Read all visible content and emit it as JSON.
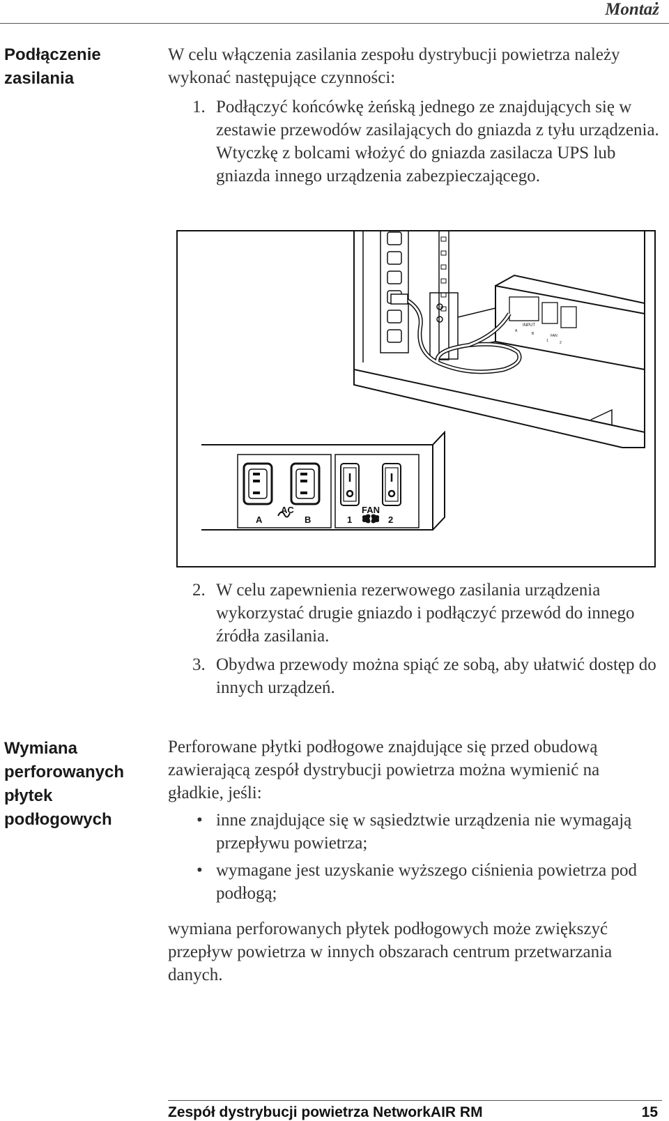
{
  "header": {
    "title": "Montaż"
  },
  "section1": {
    "heading_lines": [
      "Podłączenie",
      "zasilania"
    ],
    "intro": "W celu włączenia zasilania zespołu dystrybucji powietrza należy wykonać następujące czynności:",
    "steps": [
      {
        "num": "1.",
        "text": "Podłączyć końcówkę żeńską jednego ze znajdujących się w zestawie przewodów zasilających do gniazda z tyłu urządzenia. Wtyczkę z bolcami włożyć do gniazda zasilacza UPS lub gniazda innego urządzenia zabezpieczającego."
      },
      {
        "num": "2.",
        "text": "W celu zapewnienia rezerwowego zasilania urządzenia wykorzystać drugie gniazdo i podłączyć przewód do innego źródła zasilania."
      },
      {
        "num": "3.",
        "text": "Obydwa przewody można spiąć ze sobą, aby ułatwić dostęp do innych urządzeń."
      }
    ]
  },
  "figure": {
    "panel": {
      "ac": "AC",
      "a": "A",
      "b": "B",
      "fan": "FAN",
      "fan1": "1",
      "fan2": "2"
    },
    "mini": {
      "input": "INPUT",
      "fan": "FAN",
      "a": "A",
      "b": "B",
      "one": "1",
      "two": "2"
    }
  },
  "section2": {
    "heading_lines": [
      "Wymiana",
      "perforowanych",
      "płytek",
      "podłogowych"
    ],
    "intro": "Perforowane płytki podłogowe znajdujące się przed obudową zawierającą zespół dystrybucji powietrza można wymienić na gładkie, jeśli:",
    "bullets": [
      "inne znajdujące się w sąsiedztwie urządzenia nie wymagają przepływu powietrza;",
      "wymagane jest uzyskanie wyższego ciśnienia powietrza pod podłogą;"
    ],
    "conclusion": "wymiana perforowanych płytek podłogowych może zwiększyć przepływ powietrza w innych obszarach centrum przetwarzania danych."
  },
  "footer": {
    "title": "Zespół dystrybucji powietrza NetworkAIR RM",
    "page": "15"
  }
}
